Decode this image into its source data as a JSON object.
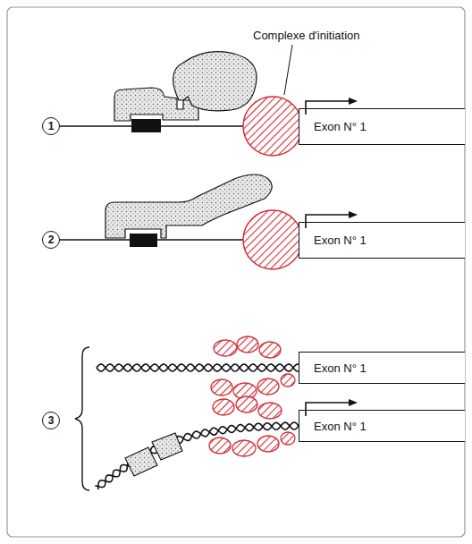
{
  "diagram": {
    "nodes": [
      {
        "text": [
          "1"
        ]
      },
      {
        "text": [
          "Exon N° 1"
        ]
      },
      {
        "text": [
          "2"
        ]
      },
      {
        "text": [
          "Exon N° 1"
        ]
      },
      {
        "text": [
          "3"
        ]
      },
      {
        "text": [
          "Exon N° 1"
        ]
      },
      {
        "text": [
          "Exon N° 1"
        ]
      }
    ],
    "labels": [
      "Complexe d'initiation"
    ]
  }
}
